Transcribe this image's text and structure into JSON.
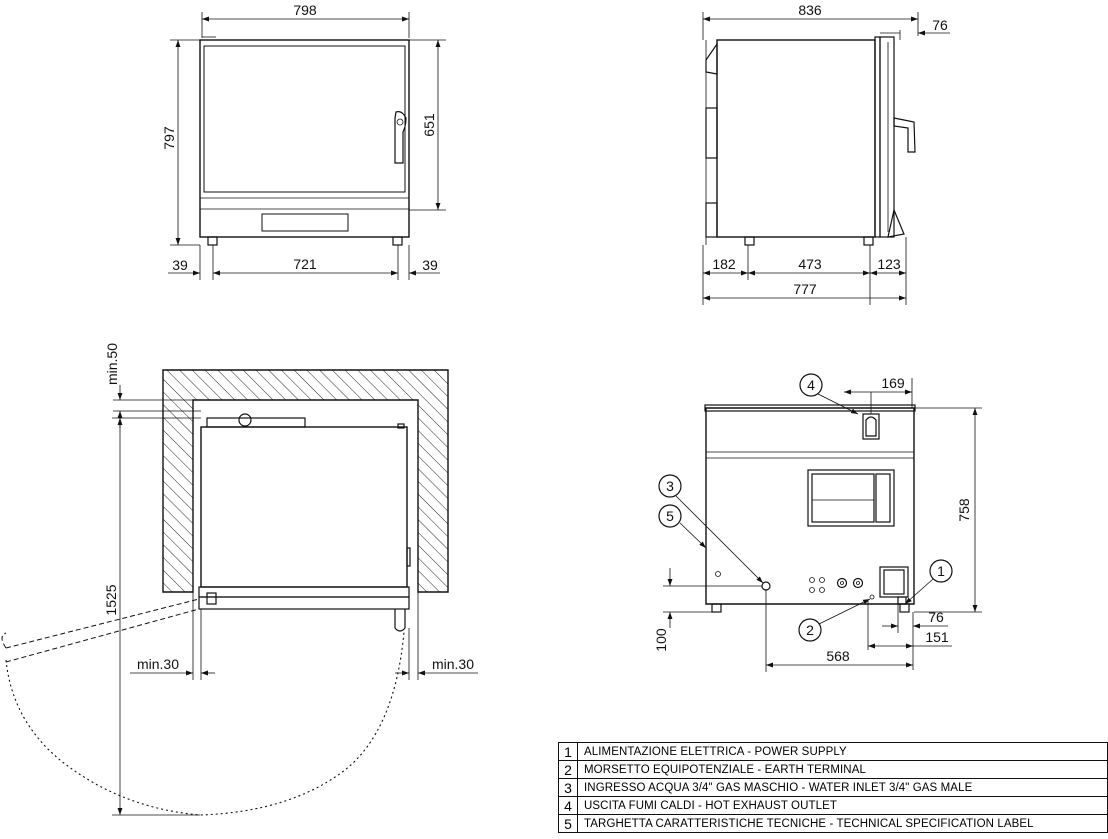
{
  "dimensions": {
    "front": {
      "width_total": "798",
      "height_total": "797",
      "height_door": "651",
      "feet_span": "721",
      "side_left": "39",
      "side_right": "39"
    },
    "side": {
      "depth_total": "836",
      "door_offset": "76",
      "rear_offset": "182",
      "feet_span": "473",
      "front_offset": "123",
      "feet_depth": "777"
    },
    "plan": {
      "rear_clearance": "min.50",
      "door_swing": "1525",
      "left_clearance": "min.30",
      "right_clearance": "min.30"
    },
    "rear": {
      "exhaust_offset": "169",
      "height_total": "758",
      "water_height": "100",
      "power_offset_a": "76",
      "power_offset_b": "151",
      "water_offset": "568"
    }
  },
  "callouts": [
    "1",
    "2",
    "3",
    "4",
    "5"
  ],
  "legend": [
    {
      "num": "1",
      "text": "ALIMENTAZIONE ELETTRICA - POWER SUPPLY"
    },
    {
      "num": "2",
      "text": "MORSETTO EQUIPOTENZIALE - EARTH TERMINAL"
    },
    {
      "num": "3",
      "text": "INGRESSO ACQUA 3/4\" GAS MASCHIO - WATER INLET 3/4\" GAS MALE"
    },
    {
      "num": "4",
      "text": "USCITA FUMI CALDI - HOT EXHAUST OUTLET"
    },
    {
      "num": "5",
      "text": "TARGHETTA CARATTERISTICHE TECNICHE - TECHNICAL SPECIFICATION LABEL"
    }
  ]
}
